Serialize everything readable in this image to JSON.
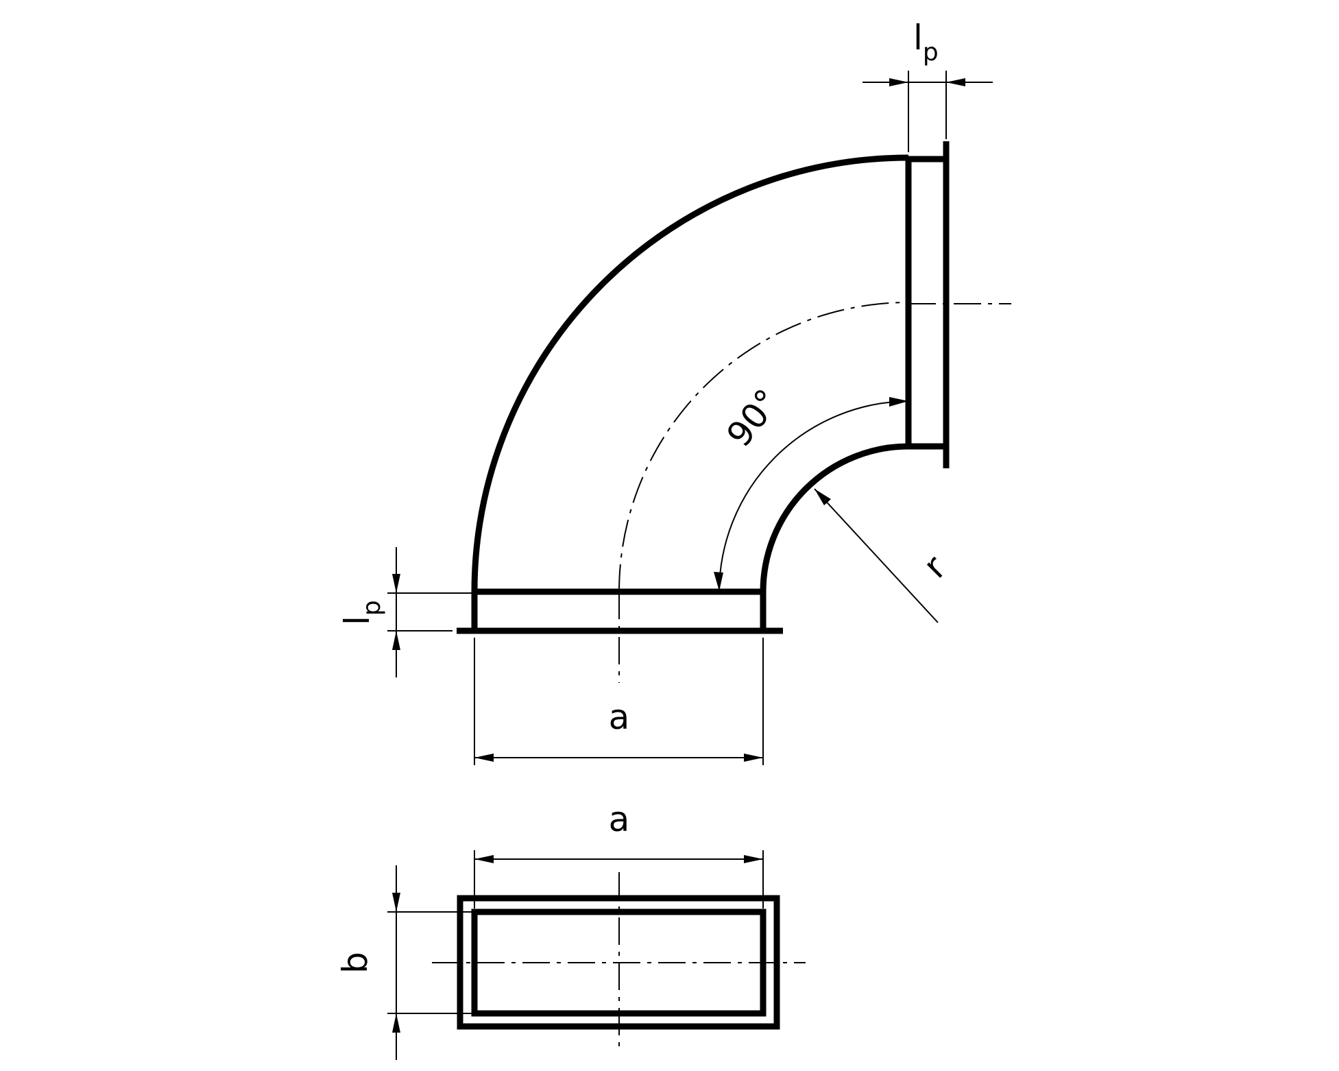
{
  "labels": {
    "flange_length_top": "l",
    "flange_length_top_sub": "p",
    "flange_length_left": "l",
    "flange_length_left_sub": "p",
    "angle": "90°",
    "radius": "r",
    "width_side_view": "a",
    "width_section": "a",
    "height_section": "b"
  }
}
